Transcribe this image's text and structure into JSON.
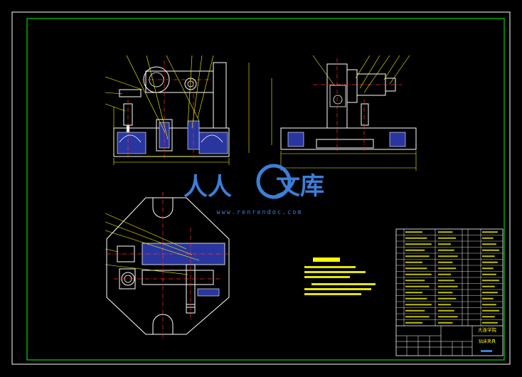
{
  "watermark": {
    "brand_left": "人人",
    "brand_right": "文库",
    "url": "www.renrendoc.com"
  },
  "title_block": {
    "school": "大连学院",
    "drawing_name": "钻床夹具"
  },
  "colors": {
    "background": "#000000",
    "frame": "#00ff00",
    "outline": "#ffffff",
    "dimension": "#ffff00",
    "center_line": "#ff3030",
    "fill": "#2a36a0",
    "leader": "#ffff00",
    "watermark": "#3b7fd8"
  }
}
